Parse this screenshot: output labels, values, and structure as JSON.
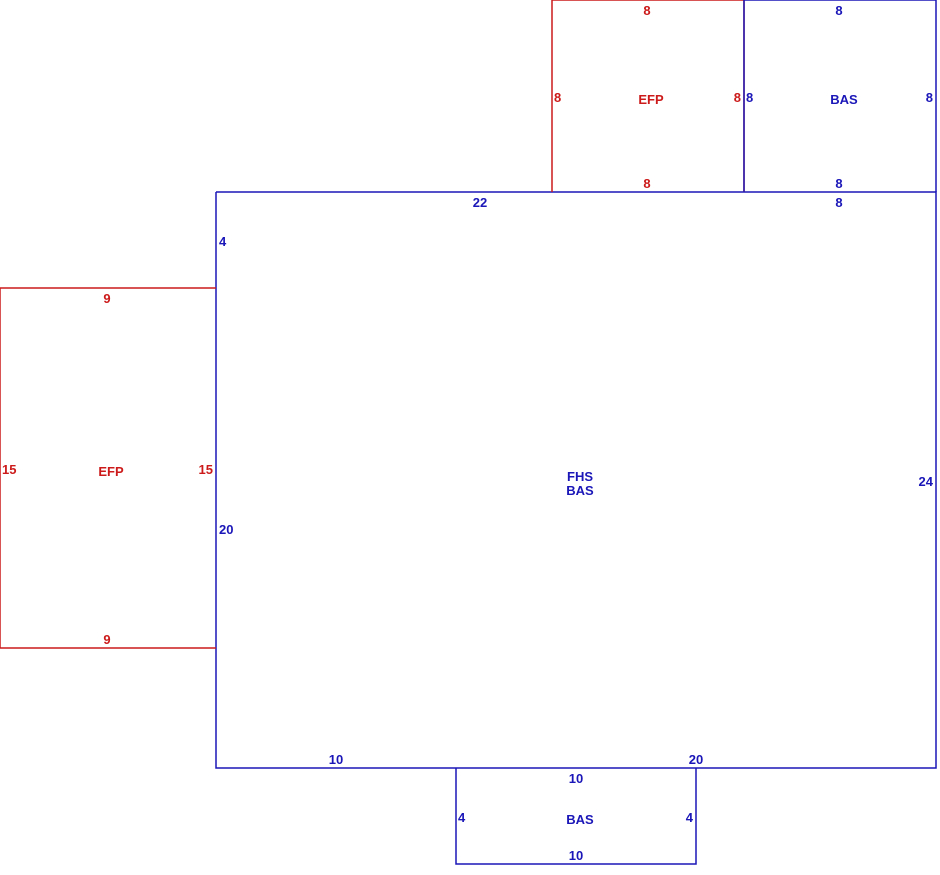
{
  "colors": {
    "living": "#1a16b8",
    "porch": "#cc1a1a",
    "background": "#ffffff"
  },
  "areas": {
    "main": {
      "label_line1": "FHS",
      "label_line2": "BAS"
    },
    "efp_left": {
      "label": "EFP"
    },
    "efp_top": {
      "label": "EFP"
    },
    "bas_top_right": {
      "label": "BAS"
    },
    "bas_bottom": {
      "label": "BAS"
    }
  },
  "dimensions": {
    "main_top_left": "22",
    "main_top_right": "8",
    "main_left_upper": "4",
    "main_left_lower": "20",
    "main_right": "24",
    "main_bottom_left": "10",
    "main_bottom_right": "20",
    "efp_left_top": "9",
    "efp_left_bottom": "9",
    "efp_left_left": "15",
    "efp_left_right": "15",
    "efp_top_top": "8",
    "efp_top_bottom": "8",
    "efp_top_left": "8",
    "efp_top_right": "8",
    "bas_tr_top": "8",
    "bas_tr_bottom": "8",
    "bas_tr_left": "8",
    "bas_tr_right": "8",
    "bas_bottom_top": "10",
    "bas_bottom_bottom": "10",
    "bas_bottom_left": "4",
    "bas_bottom_right": "4"
  }
}
